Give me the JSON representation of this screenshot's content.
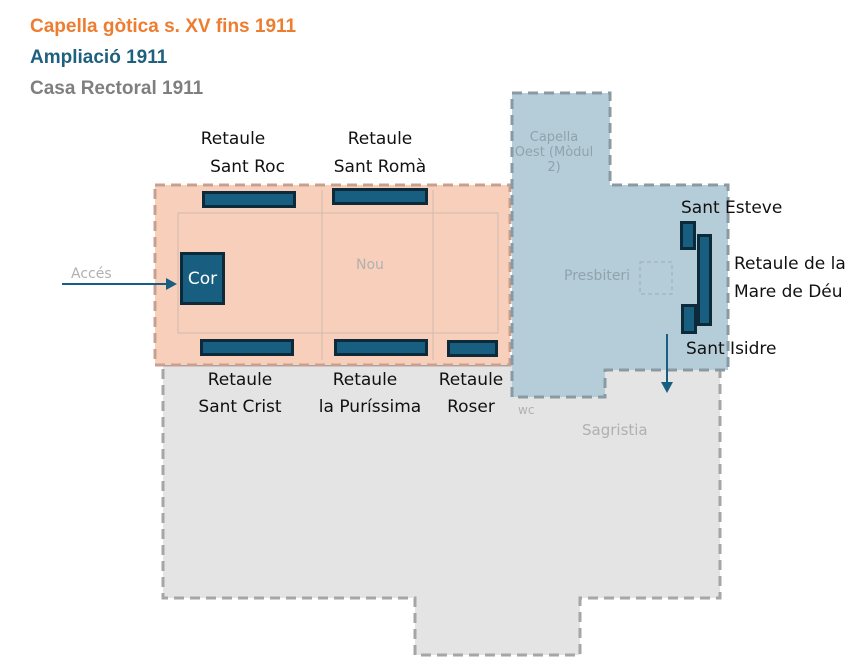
{
  "legend": [
    {
      "label": "Capella gòtica s. XV fins 1911",
      "color": "#ed7d31"
    },
    {
      "label": "Ampliació 1911",
      "color": "#1f5f7f"
    },
    {
      "label": "Casa Rectoral 1911",
      "color": "#7f7f7f"
    }
  ],
  "plan_labels": {
    "access": "Accés",
    "nave": "Nou",
    "chapel": "Capella Oest (Mòdul 2)",
    "presbytery": "Presbiteri",
    "wc": "wc",
    "sacristy": "Sagristia"
  },
  "altarpieces": {
    "cor": "Cor",
    "sant_roc": [
      "Retaule",
      "Sant Roc"
    ],
    "sant_roma": [
      "Retaule",
      "Sant Romà"
    ],
    "sant_crist": [
      "Retaule",
      "Sant Crist"
    ],
    "purissima": [
      "Retaule",
      "la Puríssima"
    ],
    "roser": [
      "Retaule",
      "Roser"
    ],
    "sant_esteve": "Sant Esteve",
    "mare_de_deu": [
      "Retaule de la",
      "Mare de Déu"
    ],
    "sant_isidre": "Sant Isidre"
  }
}
